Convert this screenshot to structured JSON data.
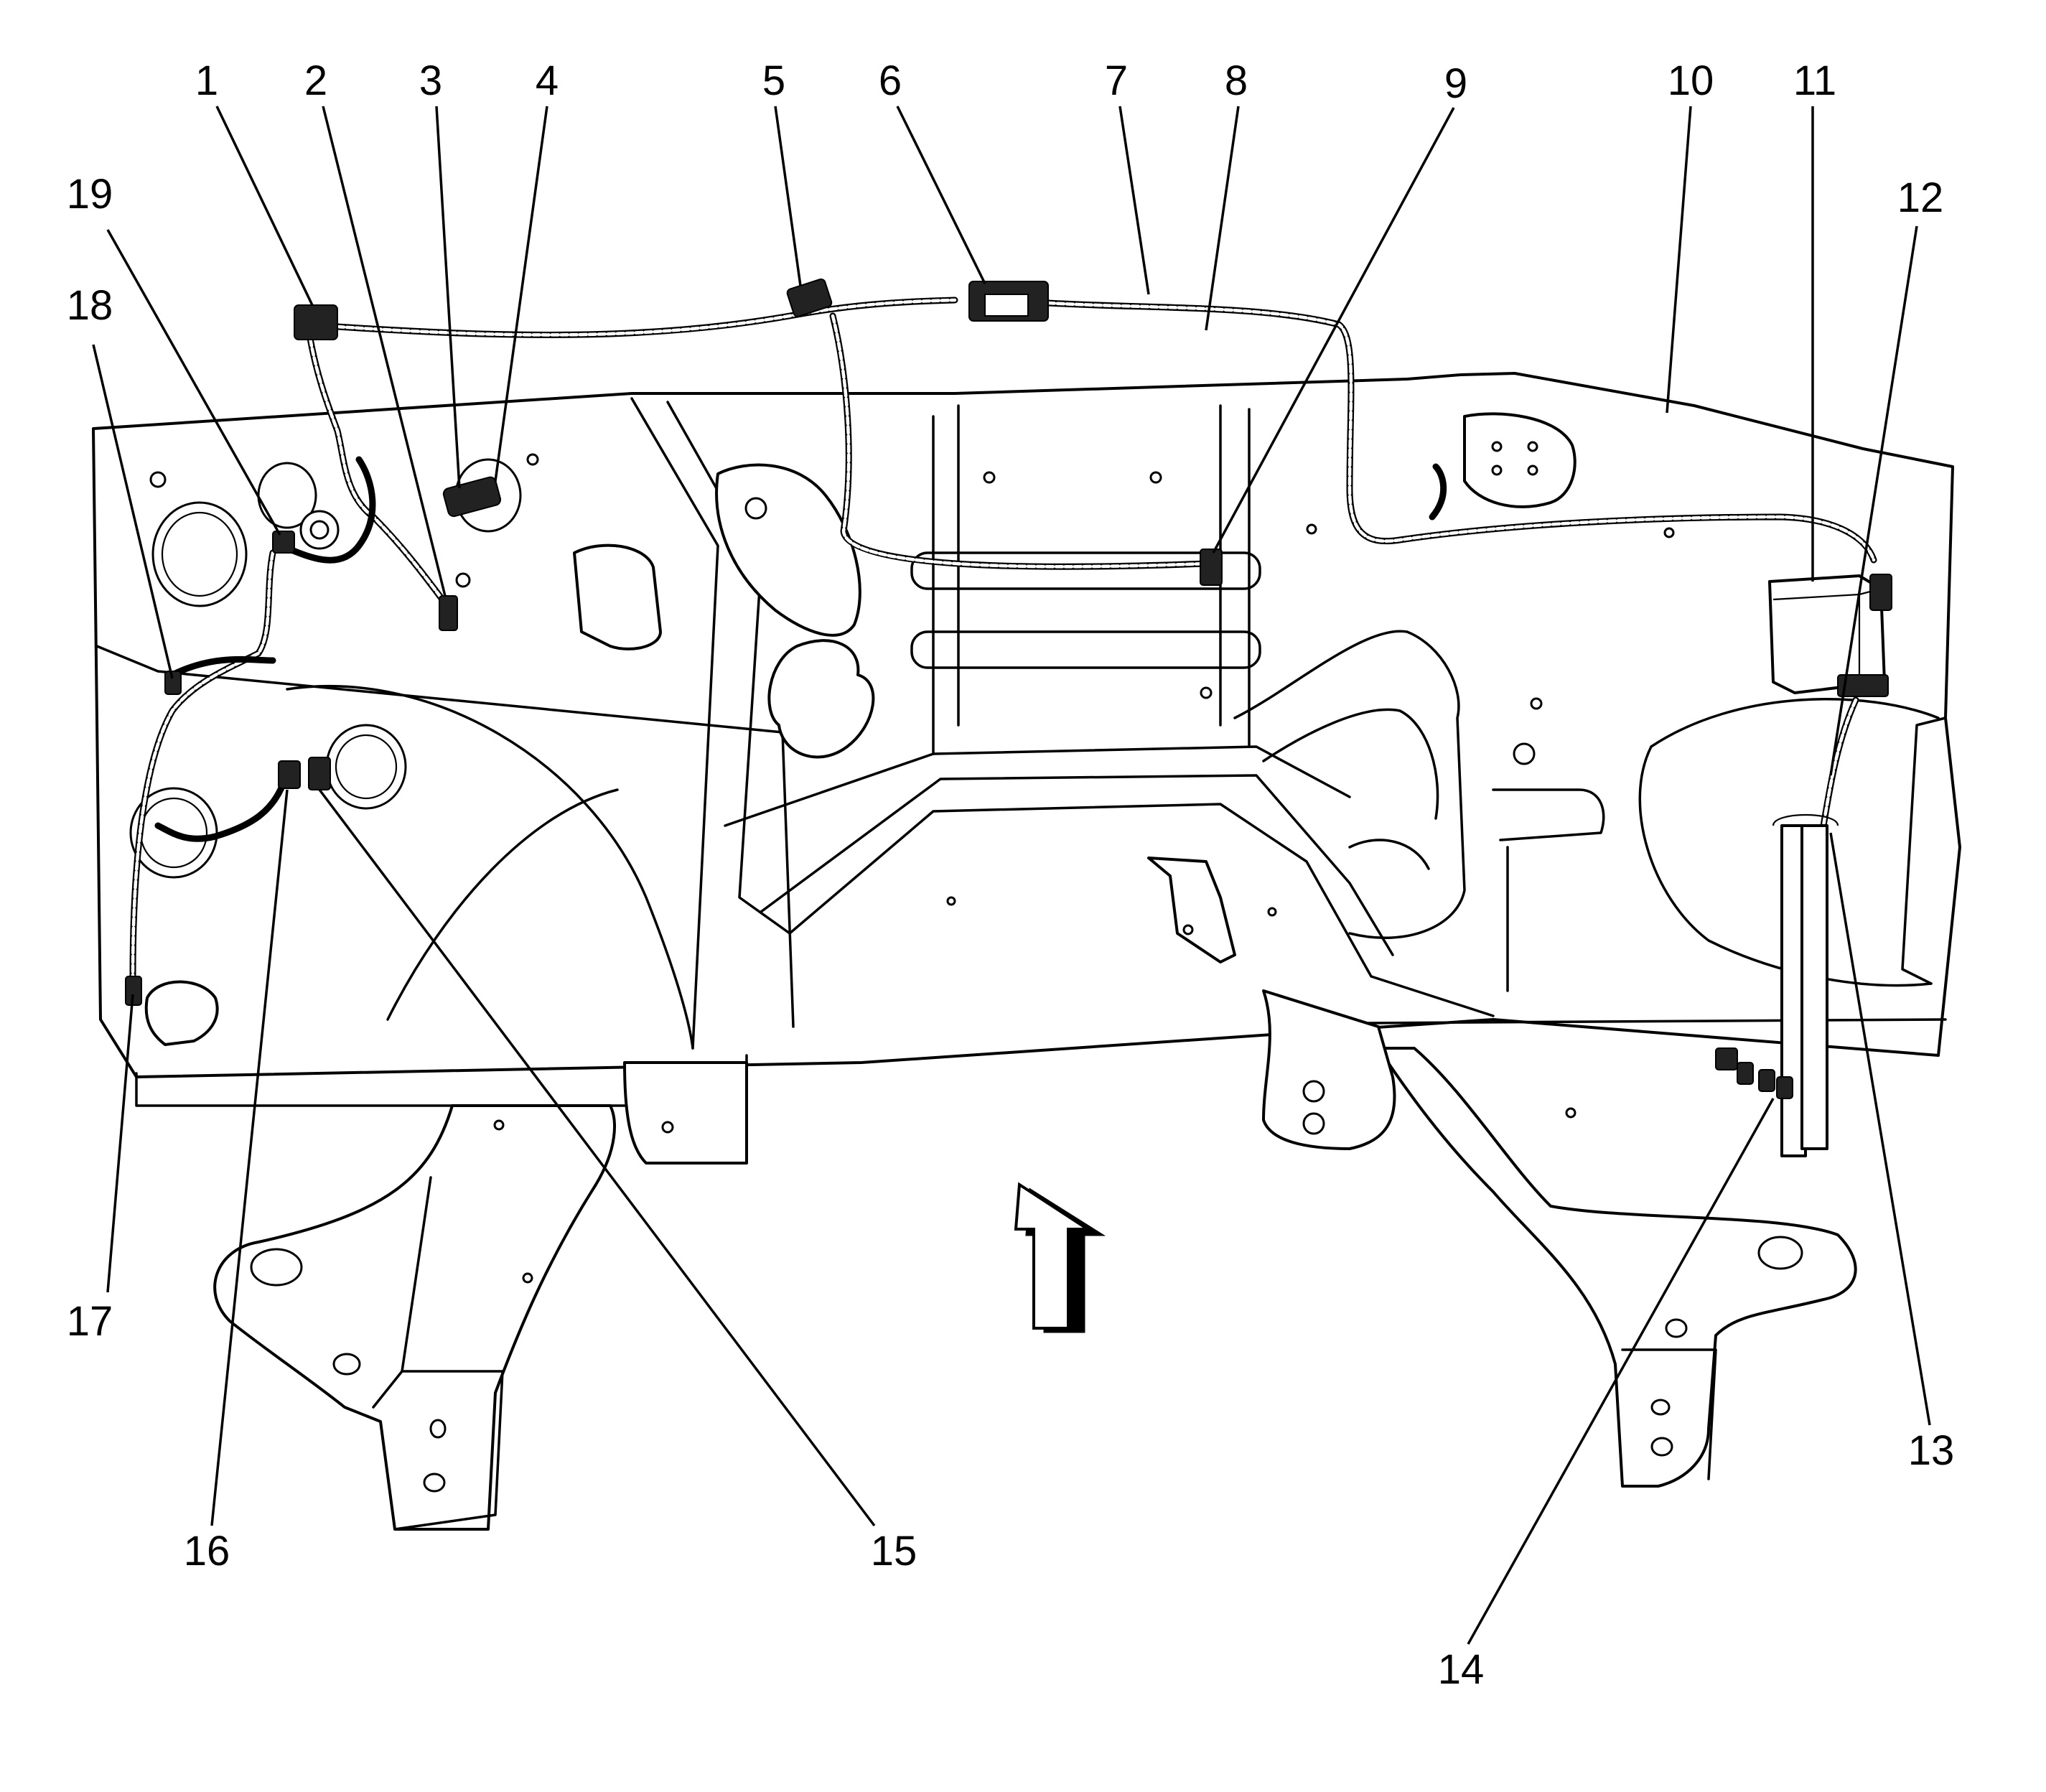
{
  "callouts": [
    {
      "id": "1",
      "label": "1"
    },
    {
      "id": "2",
      "label": "2"
    },
    {
      "id": "3",
      "label": "3"
    },
    {
      "id": "4",
      "label": "4"
    },
    {
      "id": "5",
      "label": "5"
    },
    {
      "id": "6",
      "label": "6"
    },
    {
      "id": "7",
      "label": "7"
    },
    {
      "id": "8",
      "label": "8"
    },
    {
      "id": "9",
      "label": "9"
    },
    {
      "id": "10",
      "label": "10"
    },
    {
      "id": "11",
      "label": "11"
    },
    {
      "id": "12",
      "label": "12"
    },
    {
      "id": "13",
      "label": "13"
    },
    {
      "id": "14",
      "label": "14"
    },
    {
      "id": "15",
      "label": "15"
    },
    {
      "id": "16",
      "label": "16"
    },
    {
      "id": "17",
      "label": "17"
    },
    {
      "id": "18",
      "label": "18"
    },
    {
      "id": "19",
      "label": "19"
    }
  ],
  "colors": {
    "line": "#000000",
    "background": "#ffffff"
  },
  "icons": {
    "direction": "forward-arrow-icon"
  }
}
